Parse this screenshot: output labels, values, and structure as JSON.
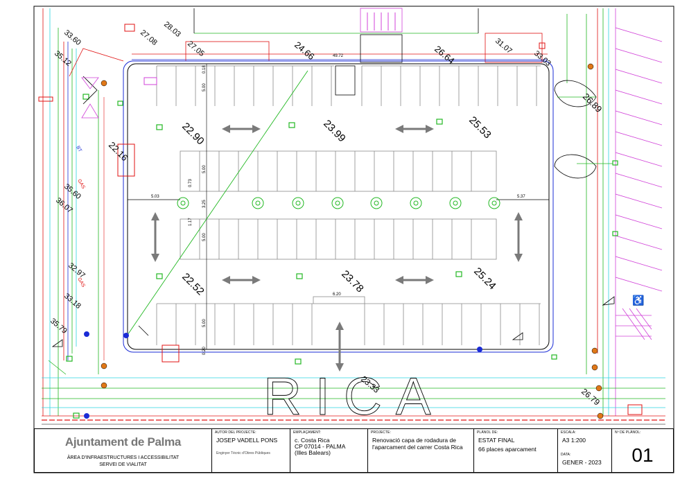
{
  "plan": {
    "elevations": {
      "e1": "22.90",
      "e2": "23.99",
      "e3": "25.53",
      "e4": "22.52",
      "e5": "23.78",
      "e6": "25.24",
      "e7": "27.08",
      "e8": "28.03",
      "e9": "27.05",
      "e10": "24.66",
      "e11": "26.64",
      "e12": "31.07",
      "e13": "26.89",
      "e14": "22.16",
      "e15": "26.79",
      "e16": "35.79",
      "e17": "33.18",
      "e18": "32.97",
      "e19": "36.07",
      "e20": "35.60",
      "e21": "35.12",
      "e22": "33.03",
      "e23": "33.60",
      "e24": "23.33"
    },
    "dimensions": {
      "top_width": "49.72",
      "bay_depth_a": "5.00",
      "aisle_a": "0.73",
      "bay_depth_b": "5.00",
      "median": "3.25",
      "aisle_b": "1.17",
      "bay_depth_c": "5.00",
      "bay_depth_d": "5.00",
      "left_offset": "5.03",
      "right_offset": "5.37",
      "bottom_gap": "6.20",
      "top_small": "0.18",
      "bottom_small": "0.20"
    },
    "street_text": "RICA",
    "utility_labels": {
      "gas": "GAS",
      "water": "BT"
    }
  },
  "cartouche": {
    "logo": "Ajuntament de Palma",
    "dept_line1": "ÀREA D'INFRAESTRUCTURES I ACCESSIBILITAT",
    "dept_line2": "SERVEI DE VIALITAT",
    "author_label": "AUTOR DEL PROJECTE:",
    "author_name": "JOSEP VADELL PONS",
    "author_title": "Enginyer Tècnic d'Obres Públiques",
    "location_label": "EMPLAÇAMENT:",
    "location_line1": "c. Costa Rica",
    "location_line2": "CP 07014 - PALMA",
    "location_line3": "(Illes Balears)",
    "project_label": "PROJECTE:",
    "project_line1": "Renovació capa de rodadura de",
    "project_line2": "l'aparcament del carrer Costa Rica",
    "plan_label": "PLÀNOL DE:",
    "plan_line1": "ESTAT FINAL",
    "plan_line2": "66 places aparcament",
    "scale_label": "ESCALA:",
    "scale_value": "A3 1:200",
    "date_label": "DATA:",
    "date_value": "GENER - 2023",
    "number_label": "Nº DE PLÀNOL:",
    "number_value": "01"
  },
  "colors": {
    "green": "#22b822",
    "red": "#e01010",
    "blue": "#1a2bd6",
    "cyan": "#2ad4e0",
    "magenta": "#d040d8",
    "orange": "#e07818",
    "grey": "#7a7a7a"
  }
}
